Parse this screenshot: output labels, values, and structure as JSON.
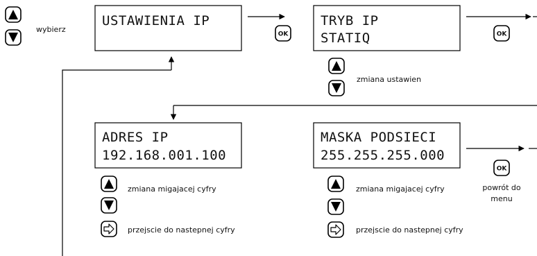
{
  "select": {
    "label": "wybierz"
  },
  "screens": {
    "ip_settings": {
      "line1": "USTAWIENIA IP"
    },
    "ip_mode": {
      "line1": "TRYB IP",
      "line2": "STATIQ"
    },
    "ip_address": {
      "line1": "ADRES IP",
      "line2": "192.168.001.100"
    },
    "subnet_mask": {
      "line1": "MASKA PODSIECI",
      "line2": "255.255.255.000"
    }
  },
  "labels": {
    "change_settings": "zmiana ustawien",
    "change_blinking_digit": "zmiana migajacej cyfry",
    "next_digit": "przejscie do nastepnej cyfry",
    "back_to_menu_line1": "powrót do",
    "back_to_menu_line2": "menu"
  },
  "buttons": {
    "ok": "OK"
  }
}
